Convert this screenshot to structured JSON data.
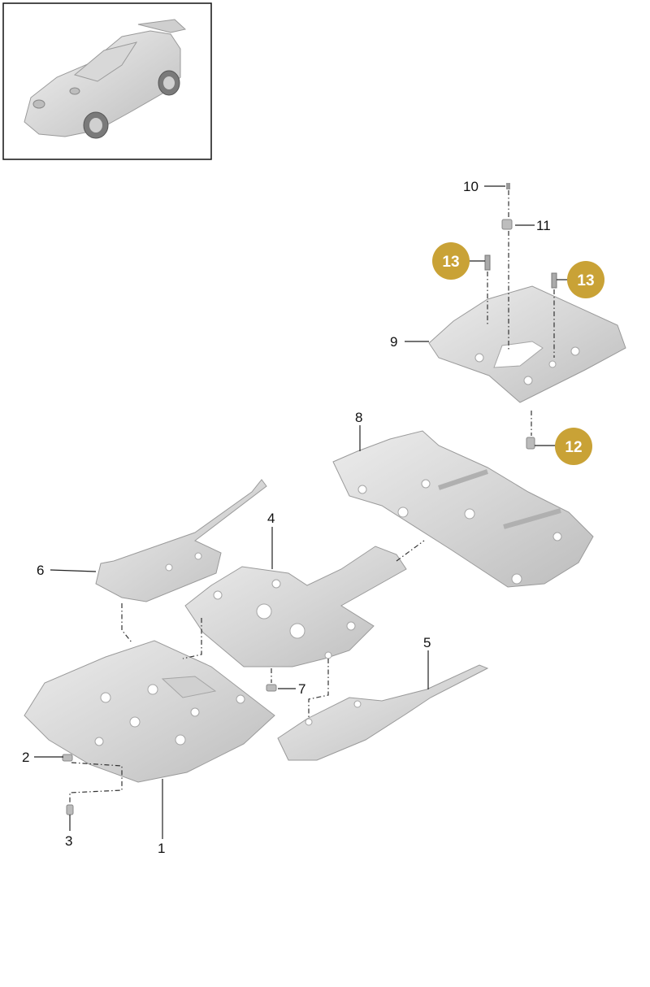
{
  "thumbnail": {
    "icon": "car-icon"
  },
  "colors": {
    "badge": "#c9a236",
    "panel_light": "#e3e3e3",
    "panel_mid": "#cfcfcf",
    "panel_dark": "#b6b6b6"
  },
  "callouts": {
    "c1": "1",
    "c2": "2",
    "c3": "3",
    "c4": "4",
    "c5": "5",
    "c6": "6",
    "c7": "7",
    "c8": "8",
    "c9": "9",
    "c10": "10",
    "c11": "11"
  },
  "badges": {
    "b12": "12",
    "b13a": "13",
    "b13b": "13"
  }
}
